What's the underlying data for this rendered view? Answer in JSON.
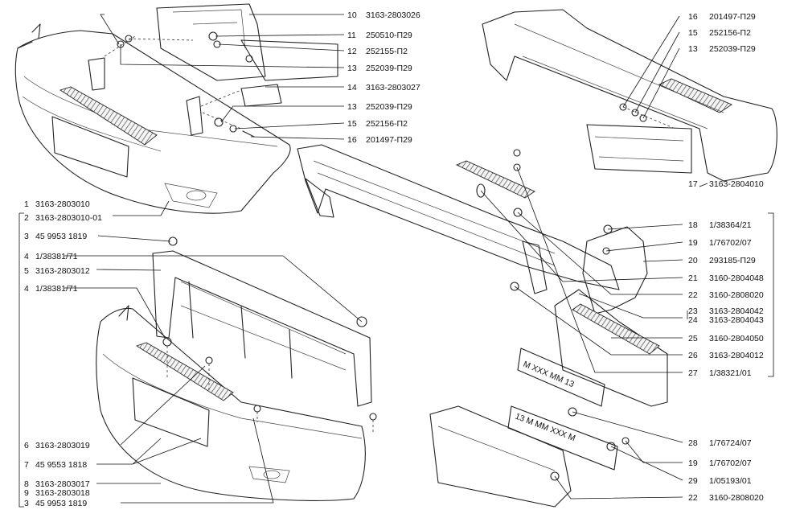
{
  "callouts": [
    {
      "num": "10",
      "code": "3163-2803026"
    },
    {
      "num": "11",
      "code": "250510-П29"
    },
    {
      "num": "12",
      "code": "252155-П2"
    },
    {
      "num": "13",
      "code": "252039-П29"
    },
    {
      "num": "14",
      "code": "3163-2803027"
    },
    {
      "num": "13",
      "code": "252039-П29"
    },
    {
      "num": "15",
      "code": "252156-П2"
    },
    {
      "num": "16",
      "code": "201497-П29"
    },
    {
      "num": "1",
      "code": "3163-2803010"
    },
    {
      "num": "2",
      "code": "3163-2803010-01"
    },
    {
      "num": "3",
      "code": "45 9953 1819"
    },
    {
      "num": "4",
      "code": "1/38381/71"
    },
    {
      "num": "5",
      "code": "3163-2803012"
    },
    {
      "num": "4",
      "code": "1/38381/71"
    },
    {
      "num": "6",
      "code": "3163-2803019"
    },
    {
      "num": "7",
      "code": "45 9553 1818"
    },
    {
      "num": "8",
      "code": "3163-2803017"
    },
    {
      "num": "9",
      "code": "3163-2803018"
    },
    {
      "num": "3",
      "code": "45 9953 1819"
    },
    {
      "num": "16",
      "code": "201497-П29"
    },
    {
      "num": "15",
      "code": "252156-П2"
    },
    {
      "num": "13",
      "code": "252039-П29"
    },
    {
      "num": "17",
      "code": "3163-2804010"
    },
    {
      "num": "18",
      "code": "1/38364/21"
    },
    {
      "num": "19",
      "code": "1/76702/07"
    },
    {
      "num": "20",
      "code": "293185-П29"
    },
    {
      "num": "21",
      "code": "3160-2804048"
    },
    {
      "num": "22",
      "code": "3160-2808020"
    },
    {
      "num": "23",
      "code": "3163-2804042"
    },
    {
      "num": "24",
      "code": "3163-2804043"
    },
    {
      "num": "25",
      "code": "3160-2804050"
    },
    {
      "num": "26",
      "code": "3163-2804012"
    },
    {
      "num": "27",
      "code": "1/38321/01"
    },
    {
      "num": "28",
      "code": "1/76724/07"
    },
    {
      "num": "19",
      "code": "1/76702/07"
    },
    {
      "num": "29",
      "code": "1/05193/01"
    },
    {
      "num": "22",
      "code": "3160-2808020"
    }
  ],
  "plates": {
    "front": "М XXX ММ 13",
    "rear": "13 М ММ XXX М"
  }
}
